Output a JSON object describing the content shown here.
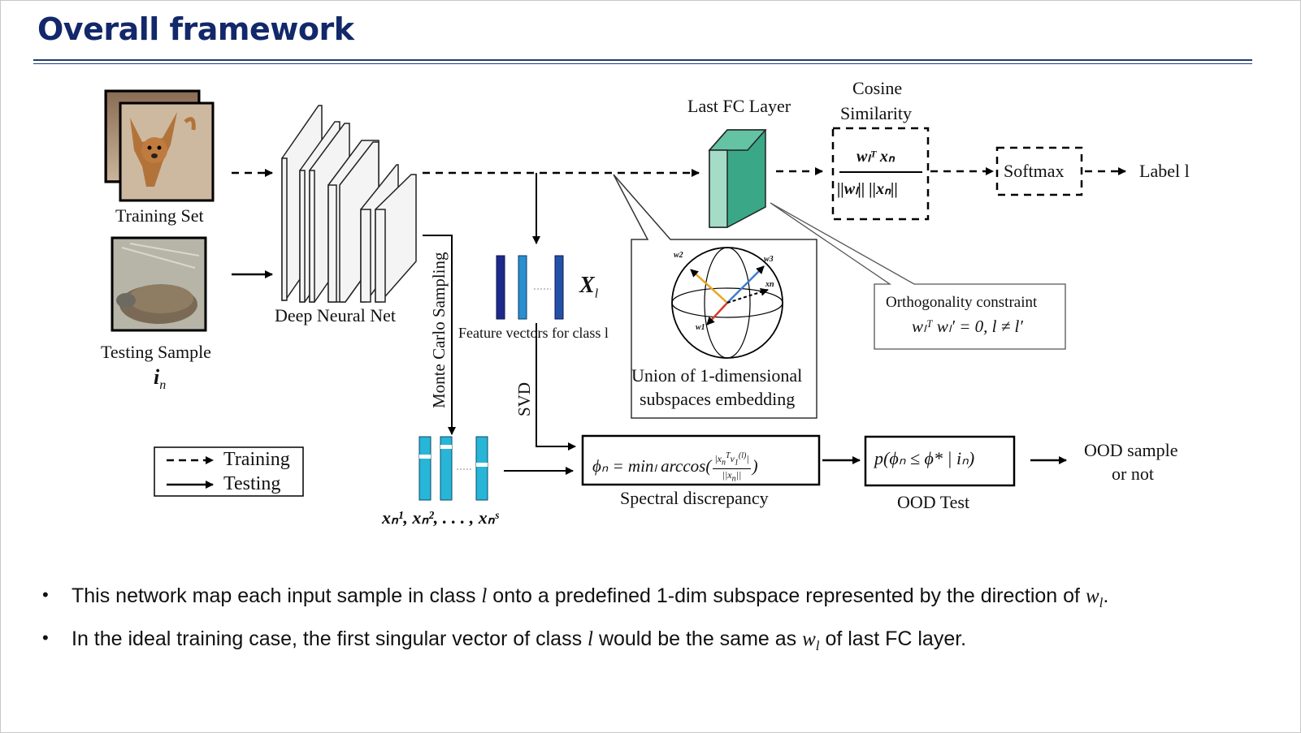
{
  "slide": {
    "title": "Overall framework"
  },
  "diagram": {
    "training_set": "Training Set",
    "testing_sample": "Testing Sample",
    "testing_sample_sym": "i",
    "testing_sample_sub": "n",
    "dnn": "Deep Neural Net",
    "mc_sampling": "Monte Carlo Sampling",
    "feature_vectors": "Feature vectors for class l",
    "xl": "X",
    "xl_sub": "l",
    "svd": "SVD",
    "last_fc": "Last FC Layer",
    "cosine_line1": "Cosine",
    "cosine_line2": "Similarity",
    "cos_num": "wₗᵀ xₙ",
    "cos_den": "||wₗ|| ||xₙ||",
    "softmax": "Softmax",
    "label": "Label l",
    "ortho_title": "Orthogonality constraint",
    "ortho_eq": "wₗᵀ wₗ′ = 0, l ≠ l′",
    "union_line1": "Union of 1-dimensional",
    "union_line2": "subspaces embedding",
    "legend_training": "Training",
    "legend_testing": "Testing",
    "samples": "xₙ¹, xₙ², . . . , xₙˢ",
    "spectral_eq": "ϕₙ = minₗ arccos(",
    "spectral_label": "Spectral discrepancy",
    "ood_eq": "p(ϕₙ ≤ ϕ* | iₙ)",
    "ood_test": "OOD Test",
    "ood_out_line1": "OOD sample",
    "ood_out_line2": "or not",
    "sphere_labels": {
      "w1": "w1",
      "w2": "w2",
      "w3": "w3",
      "xn": "xn"
    }
  },
  "bullets": [
    {
      "before": "This network map each input sample in class ",
      "var1": "l",
      "middle": " onto a predefined 1-dim subspace represented by the direction of ",
      "var2": "w",
      "var2_sub": "l",
      "after": "."
    },
    {
      "before": "In the ideal training case, the first singular vector of class ",
      "var1": "l",
      "middle": " would be the same as ",
      "var2": "w",
      "var2_sub": "l",
      "after": " of last FC layer."
    }
  ],
  "colors": {
    "title": "#12286b",
    "rule": "#1f3c77",
    "fc_green": "#3aa887",
    "fc_light": "#9fd9c4",
    "feat_blue": "#1e2a8a",
    "feat_cyan": "#27b6d8"
  }
}
